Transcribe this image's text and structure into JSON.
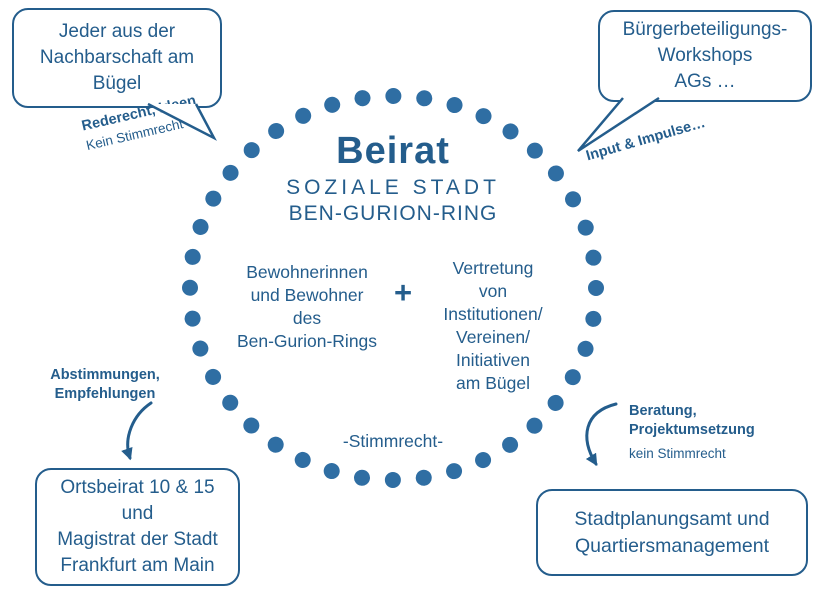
{
  "colors": {
    "primary": "#245d8c",
    "dots": "#2f6ea3",
    "background": "#ffffff"
  },
  "center": {
    "title": "Beirat",
    "subtitle_1": "SOZIALE STADT",
    "subtitle_2": "BEN-GURION-RING",
    "residents": "Bewohnerinnen\nund Bewohner\ndes\nBen-Gurion-Rings",
    "plus": "+",
    "institutions": "Vertretung\nvon\nInstitutionen/\nVereinen/\nInitiativen\nam Bügel",
    "voting_right": "-Stimmrecht-"
  },
  "bubble_top_left": {
    "text": "Jeder aus der\nNachbarschaft am\nBügel"
  },
  "bubble_top_right": {
    "text": "Bürgerbeteiligungs-\nWorkshops\nAGs …"
  },
  "box_bottom_left": {
    "text": "Ortsbeirat 10 & 15\nund\nMagistrat der Stadt\nFrankfurt am Main"
  },
  "box_bottom_right": {
    "text": "Stadtplanungsamt und\nQuartiersmanagement"
  },
  "annotations": {
    "top_left": {
      "bold": "Rederecht, Ideen",
      "regular": "Kein Stimmrecht"
    },
    "top_right": {
      "bold": "Input & Impulse…"
    },
    "left": {
      "bold": "Abstimmungen,\nEmpfehlungen"
    },
    "right": {
      "bold": "Beratung,\nProjektumsetzung",
      "regular": "kein Stimmrecht"
    }
  }
}
